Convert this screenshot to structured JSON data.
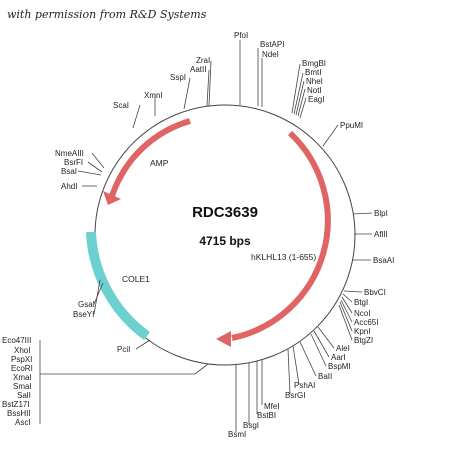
{
  "credit": "with permission from R&D Systems",
  "plasmid": {
    "name": "RDC3639",
    "size": "4715 bps"
  },
  "features": {
    "amp": "AMP",
    "insert": "hKLHL13 (1-655)",
    "ori": "COLE1"
  },
  "sites": [
    "PfoI",
    "BstAPI",
    "NdeI",
    "BmgBI",
    "BmtI",
    "NheI",
    "NotI",
    "EagI",
    "PpuMI",
    "BlpI",
    "AflII",
    "BsaAI",
    "BbvCI",
    "BtgI",
    "NcoI",
    "Acc65I",
    "KpnI",
    "BtgZI",
    "AleI",
    "AarI",
    "BspMI",
    "BaII",
    "PshAI",
    "BsrGI",
    "MfeI",
    "BstBI",
    "BsgI",
    "BsmI",
    "PciI",
    "GsaI",
    "BseYI",
    "AhdI",
    "BsaI",
    "BsrFI",
    "NmeAIII",
    "ScaI",
    "XmnI",
    "SspI",
    "AatII",
    "ZraI",
    "Eco47III",
    "XhoI",
    "PspXI",
    "EcoRI",
    "XmaI",
    "SmaI",
    "SalI",
    "BstZ17I",
    "BssHII",
    "AscI"
  ],
  "colors": {
    "orf": "#e06464",
    "ori": "#6cd0d0",
    "line": "#444444"
  }
}
